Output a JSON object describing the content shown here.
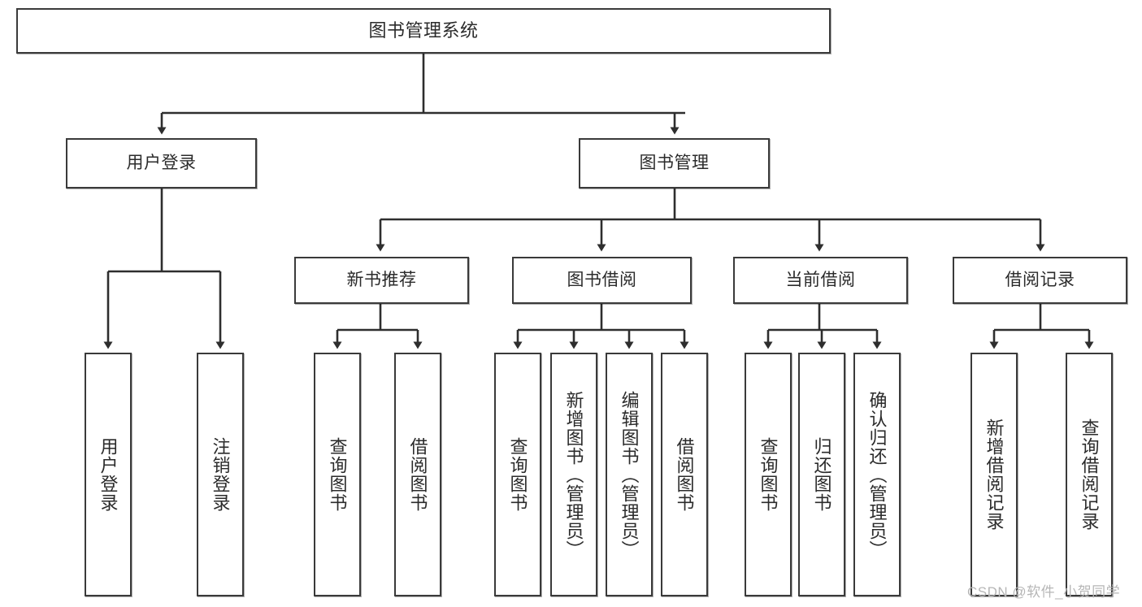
{
  "diagram": {
    "title": "图书管理系统",
    "watermark": "CSDN @软件_小贺同学",
    "root": {
      "label": "图书管理系统"
    },
    "level1": [
      {
        "id": "user-login",
        "label": "用户登录"
      },
      {
        "id": "book-management",
        "label": "图书管理"
      }
    ],
    "level2": [
      {
        "id": "new-book-recommend",
        "label": "新书推荐"
      },
      {
        "id": "book-borrow",
        "label": "图书借阅"
      },
      {
        "id": "current-borrow",
        "label": "当前借阅"
      },
      {
        "id": "borrow-record",
        "label": "借阅记录"
      }
    ],
    "leaves": {
      "user_login": [
        {
          "id": "leaf-user-login",
          "label": "用户登录"
        },
        {
          "id": "leaf-logout-login",
          "label": "注销登录"
        }
      ],
      "new_book_recommend": [
        {
          "id": "leaf-query-book-1",
          "label": "查询图书"
        },
        {
          "id": "leaf-borrow-book-1",
          "label": "借阅图书"
        }
      ],
      "book_borrow": [
        {
          "id": "leaf-query-book-2",
          "label": "查询图书"
        },
        {
          "id": "leaf-add-book",
          "label": "新增图书（管理员）"
        },
        {
          "id": "leaf-edit-book",
          "label": "编辑图书（管理员）"
        },
        {
          "id": "leaf-borrow-book-2",
          "label": "借阅图书"
        }
      ],
      "current_borrow": [
        {
          "id": "leaf-query-book-3",
          "label": "查询图书"
        },
        {
          "id": "leaf-return-book",
          "label": "归还图书"
        },
        {
          "id": "leaf-confirm-return",
          "label": "确认归还（管理员）"
        }
      ],
      "borrow_record": [
        {
          "id": "leaf-add-record",
          "label": "新增借阅记录"
        },
        {
          "id": "leaf-query-record",
          "label": "查询借阅记录"
        }
      ]
    },
    "colors": {
      "stroke": "#3a3a3a",
      "text": "#2b2b2b",
      "background": "#ffffff",
      "watermark": "#b6b6b6"
    }
  }
}
